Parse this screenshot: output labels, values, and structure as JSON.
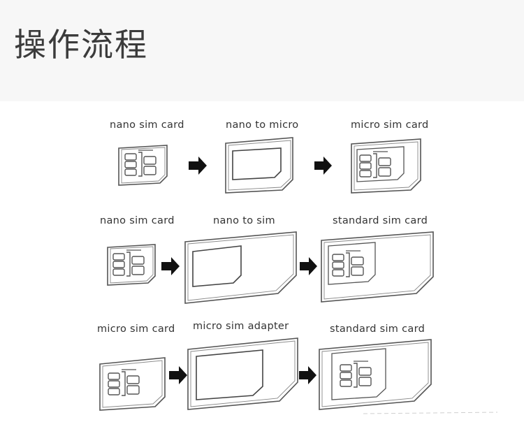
{
  "header": {
    "title": "操作流程"
  },
  "rows": [
    {
      "labels": [
        "nano sim card",
        "nano to micro",
        "micro sim card"
      ]
    },
    {
      "labels": [
        "nano sim card",
        "nano to sim",
        "standard sim card"
      ]
    },
    {
      "labels": [
        "micro sim card",
        "micro sim adapter",
        "standard sim card"
      ]
    }
  ],
  "colors": {
    "stroke": "#555555",
    "arrow": "#111111",
    "header_bg": "#f7f7f7",
    "title": "#3b3b3b"
  }
}
